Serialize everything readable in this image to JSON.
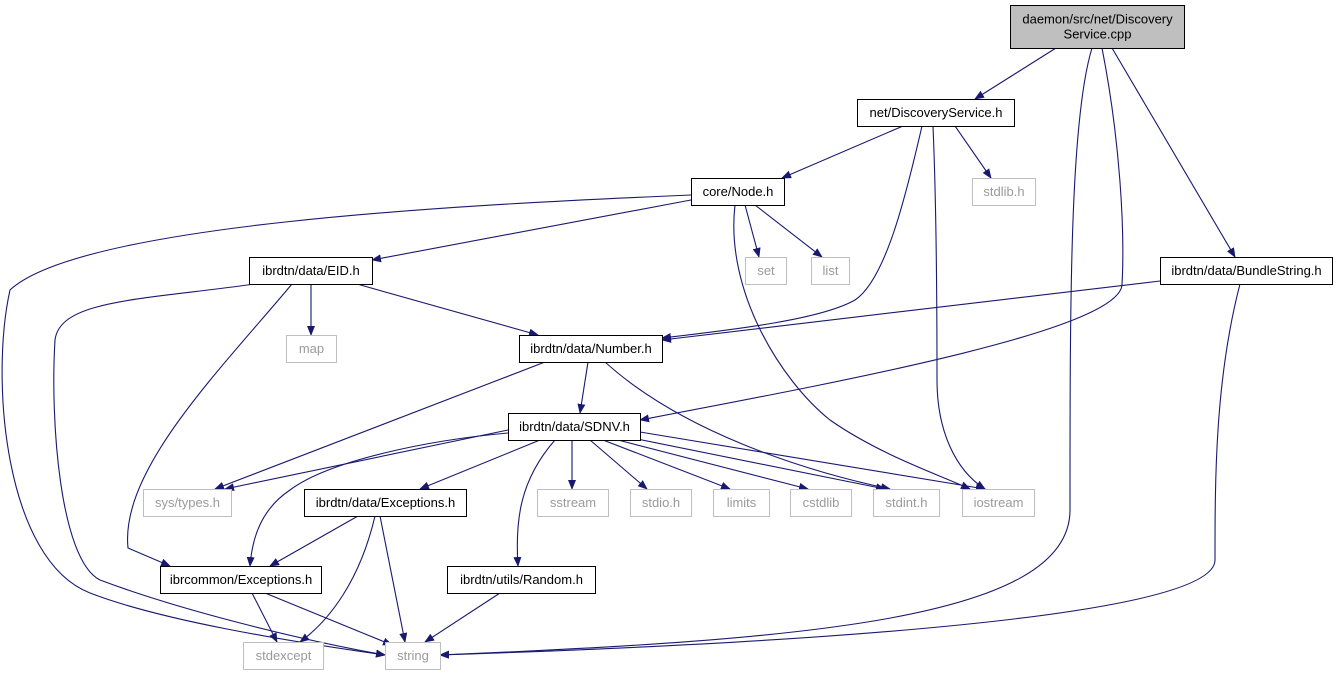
{
  "diagram": {
    "type": "include-dependency-graph",
    "colors": {
      "edge": "#191970",
      "root_fill": "#bfbfbf",
      "node_border": "#000000",
      "external_border": "#bfbfbf",
      "external_text": "#9a9a9a"
    },
    "nodes": [
      {
        "id": "root",
        "kind": "root",
        "lines": [
          "daemon/src/net/Discovery",
          "Service.cpp"
        ]
      },
      {
        "id": "discovery_h",
        "kind": "internal",
        "lines": [
          "net/DiscoveryService.h"
        ]
      },
      {
        "id": "node_h",
        "kind": "internal",
        "lines": [
          "core/Node.h"
        ]
      },
      {
        "id": "stdlib_h",
        "kind": "external",
        "lines": [
          "stdlib.h"
        ]
      },
      {
        "id": "eid_h",
        "kind": "internal",
        "lines": [
          "ibrdtn/data/EID.h"
        ]
      },
      {
        "id": "set",
        "kind": "external",
        "lines": [
          "set"
        ]
      },
      {
        "id": "list",
        "kind": "external",
        "lines": [
          "list"
        ]
      },
      {
        "id": "bundlestring_h",
        "kind": "internal",
        "lines": [
          "ibrdtn/data/BundleString.h"
        ]
      },
      {
        "id": "map",
        "kind": "external",
        "lines": [
          "map"
        ]
      },
      {
        "id": "number_h",
        "kind": "internal",
        "lines": [
          "ibrdtn/data/Number.h"
        ]
      },
      {
        "id": "sdnv_h",
        "kind": "internal",
        "lines": [
          "ibrdtn/data/SDNV.h"
        ]
      },
      {
        "id": "systypes_h",
        "kind": "external",
        "lines": [
          "sys/types.h"
        ]
      },
      {
        "id": "exceptions_h",
        "kind": "internal",
        "lines": [
          "ibrdtn/data/Exceptions.h"
        ]
      },
      {
        "id": "sstream",
        "kind": "external",
        "lines": [
          "sstream"
        ]
      },
      {
        "id": "stdio_h",
        "kind": "external",
        "lines": [
          "stdio.h"
        ]
      },
      {
        "id": "limits",
        "kind": "external",
        "lines": [
          "limits"
        ]
      },
      {
        "id": "cstdlib",
        "kind": "external",
        "lines": [
          "cstdlib"
        ]
      },
      {
        "id": "stdint_h",
        "kind": "external",
        "lines": [
          "stdint.h"
        ]
      },
      {
        "id": "iostream",
        "kind": "external",
        "lines": [
          "iostream"
        ]
      },
      {
        "id": "ibrcommon_exceptions_h",
        "kind": "internal",
        "lines": [
          "ibrcommon/Exceptions.h"
        ]
      },
      {
        "id": "random_h",
        "kind": "internal",
        "lines": [
          "ibrdtn/utils/Random.h"
        ]
      },
      {
        "id": "stdexcept",
        "kind": "external",
        "lines": [
          "stdexcept"
        ]
      },
      {
        "id": "string",
        "kind": "external",
        "lines": [
          "string"
        ]
      }
    ],
    "edges": [
      {
        "from": "root",
        "to": "discovery_h"
      },
      {
        "from": "root",
        "to": "bundlestring_h"
      },
      {
        "from": "root",
        "to": "sdnv_h"
      },
      {
        "from": "root",
        "to": "string"
      },
      {
        "from": "discovery_h",
        "to": "node_h"
      },
      {
        "from": "discovery_h",
        "to": "stdlib_h"
      },
      {
        "from": "discovery_h",
        "to": "number_h"
      },
      {
        "from": "discovery_h",
        "to": "iostream"
      },
      {
        "from": "node_h",
        "to": "eid_h"
      },
      {
        "from": "node_h",
        "to": "set"
      },
      {
        "from": "node_h",
        "to": "list"
      },
      {
        "from": "node_h",
        "to": "iostream"
      },
      {
        "from": "node_h",
        "to": "string"
      },
      {
        "from": "eid_h",
        "to": "map"
      },
      {
        "from": "eid_h",
        "to": "number_h"
      },
      {
        "from": "eid_h",
        "to": "ibrcommon_exceptions_h"
      },
      {
        "from": "eid_h",
        "to": "string"
      },
      {
        "from": "bundlestring_h",
        "to": "number_h"
      },
      {
        "from": "bundlestring_h",
        "to": "string"
      },
      {
        "from": "number_h",
        "to": "sdnv_h"
      },
      {
        "from": "number_h",
        "to": "systypes_h"
      },
      {
        "from": "number_h",
        "to": "stdint_h"
      },
      {
        "from": "sdnv_h",
        "to": "systypes_h"
      },
      {
        "from": "sdnv_h",
        "to": "ibrcommon_exceptions_h"
      },
      {
        "from": "sdnv_h",
        "to": "exceptions_h"
      },
      {
        "from": "sdnv_h",
        "to": "random_h"
      },
      {
        "from": "sdnv_h",
        "to": "sstream"
      },
      {
        "from": "sdnv_h",
        "to": "stdio_h"
      },
      {
        "from": "sdnv_h",
        "to": "limits"
      },
      {
        "from": "sdnv_h",
        "to": "cstdlib"
      },
      {
        "from": "sdnv_h",
        "to": "stdint_h"
      },
      {
        "from": "sdnv_h",
        "to": "iostream"
      },
      {
        "from": "exceptions_h",
        "to": "ibrcommon_exceptions_h"
      },
      {
        "from": "exceptions_h",
        "to": "stdexcept"
      },
      {
        "from": "exceptions_h",
        "to": "string"
      },
      {
        "from": "ibrcommon_exceptions_h",
        "to": "stdexcept"
      },
      {
        "from": "ibrcommon_exceptions_h",
        "to": "string"
      },
      {
        "from": "random_h",
        "to": "string"
      }
    ]
  }
}
